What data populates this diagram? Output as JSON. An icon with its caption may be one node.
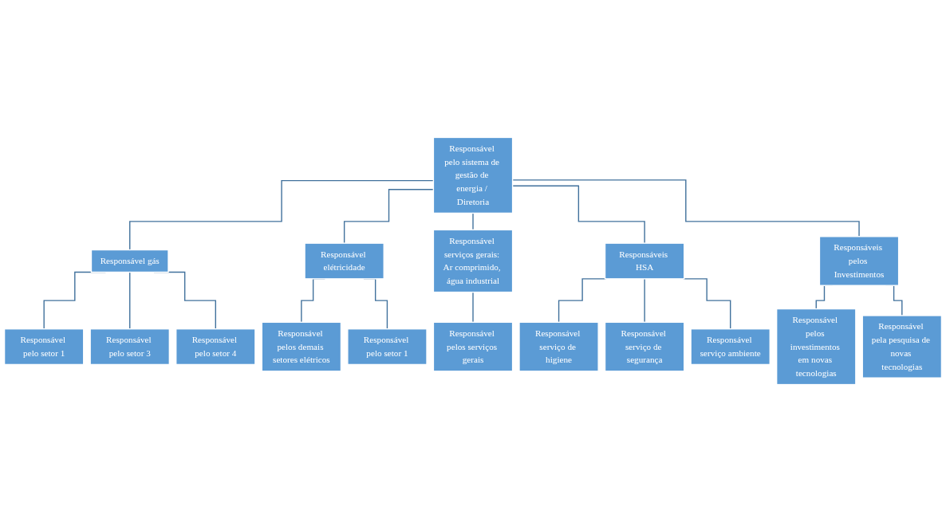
{
  "diagram": {
    "nodes": [
      {
        "text": [
          "Responsável pelo sistema de gestão de energia / Diretoria"
        ]
      },
      {
        "text": [
          "Responsável gás"
        ]
      },
      {
        "text": [
          "Responsável elétricidade"
        ]
      },
      {
        "text": [
          "Responsável serviços gerais: Ar comprimido, água industrial"
        ]
      },
      {
        "text": [
          "Responsáveis HSA"
        ]
      },
      {
        "text": [
          "Responsáveis pelos Investimentos"
        ]
      },
      {
        "text": [
          "Responsável pelo setor 1"
        ]
      },
      {
        "text": [
          "Responsável pelo setor 3"
        ]
      },
      {
        "text": [
          "Responsável pelo setor 4"
        ]
      },
      {
        "text": [
          "Responsável pelos demais setores elétricos"
        ]
      },
      {
        "text": [
          "Responsável pelo setor 1"
        ]
      },
      {
        "text": [
          "Responsável pelos serviços gerais"
        ]
      },
      {
        "text": [
          "Responsável serviço de higiene"
        ]
      },
      {
        "text": [
          "Responsável serviço de segurança"
        ]
      },
      {
        "text": [
          "Responsável serviço ambiente"
        ]
      },
      {
        "text": [
          "Responsável pelos investimentos em novas tecnologias"
        ]
      },
      {
        "text": [
          "Responsável pela pesquisa de novas tecnologias"
        ]
      }
    ],
    "edges": [
      {
        "from": 0,
        "to": 1,
        "arrow": "none"
      },
      {
        "from": 0,
        "to": 2,
        "arrow": "none"
      },
      {
        "from": 0,
        "to": 3,
        "arrow": "none"
      },
      {
        "from": 0,
        "to": 4,
        "arrow": "none"
      },
      {
        "from": 0,
        "to": 5,
        "arrow": "none"
      },
      {
        "from": 1,
        "to": 6,
        "arrow": "none"
      },
      {
        "from": 1,
        "to": 7,
        "arrow": "none"
      },
      {
        "from": 1,
        "to": 8,
        "arrow": "none"
      },
      {
        "from": 2,
        "to": 9,
        "arrow": "none"
      },
      {
        "from": 2,
        "to": 10,
        "arrow": "none"
      },
      {
        "from": 3,
        "to": 11,
        "arrow": "none"
      },
      {
        "from": 4,
        "to": 12,
        "arrow": "none"
      },
      {
        "from": 4,
        "to": 13,
        "arrow": "none"
      },
      {
        "from": 4,
        "to": 14,
        "arrow": "none"
      },
      {
        "from": 5,
        "to": 15,
        "arrow": "none"
      },
      {
        "from": 5,
        "to": 16,
        "arrow": "none"
      }
    ]
  }
}
